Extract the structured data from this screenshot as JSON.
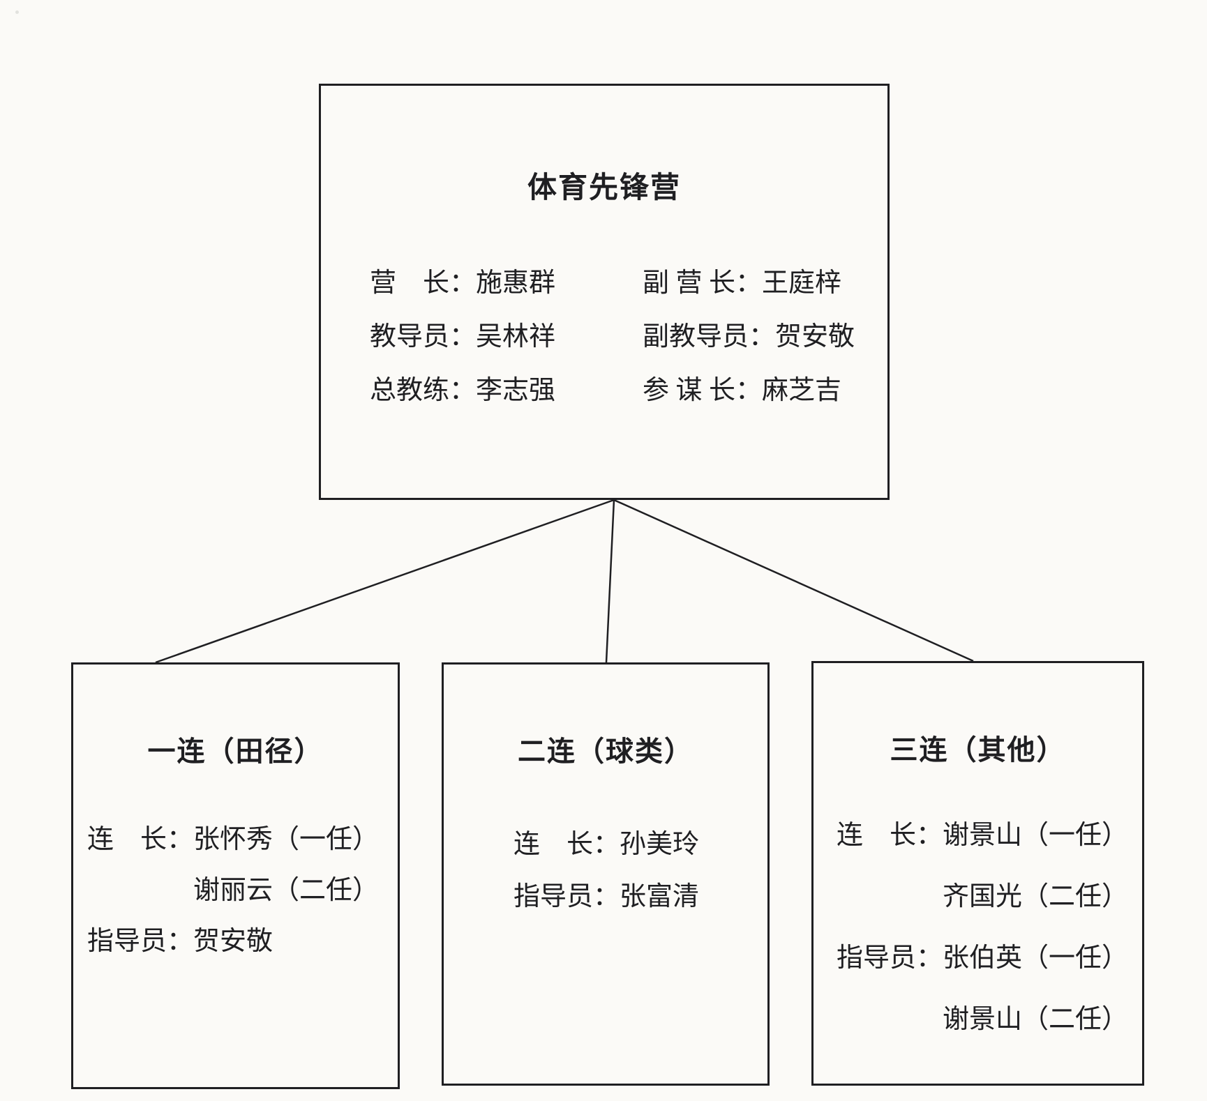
{
  "colors": {
    "background": "#fbfaf7",
    "ink": "#1f1f22"
  },
  "battalion": {
    "title": "体育先锋营",
    "left_officers": [
      {
        "label": "营　长：",
        "name": "施惠群"
      },
      {
        "label": "教导员：",
        "name": "吴林祥"
      },
      {
        "label": "总教练：",
        "name": "李志强"
      }
    ],
    "right_officers": [
      {
        "label": "副 营 长：",
        "name": "王庭梓"
      },
      {
        "label": "副教导员：",
        "name": "贺安敬"
      },
      {
        "label": "参 谋 长：",
        "name": "麻芝吉"
      }
    ]
  },
  "companies": [
    {
      "title": "一连（田径）",
      "rows": [
        {
          "label": "连　长：",
          "name": "张怀秀（一任）"
        },
        {
          "label": "",
          "name": "谢丽云（二任）"
        },
        {
          "label": "指导员：",
          "name": "贺安敬"
        }
      ]
    },
    {
      "title": "二连（球类）",
      "rows": [
        {
          "label": "连　长：",
          "name": "孙美玲"
        },
        {
          "label": "指导员：",
          "name": "张富清"
        }
      ]
    },
    {
      "title": "三连（其他）",
      "rows": [
        {
          "label": "连　长：",
          "name": "谢景山（一任）"
        },
        {
          "label": "",
          "name": "齐国光（二任）"
        },
        {
          "label": "指导员：",
          "name": "张伯英（一任）"
        },
        {
          "label": "",
          "name": "谢景山（二任）"
        }
      ]
    }
  ]
}
